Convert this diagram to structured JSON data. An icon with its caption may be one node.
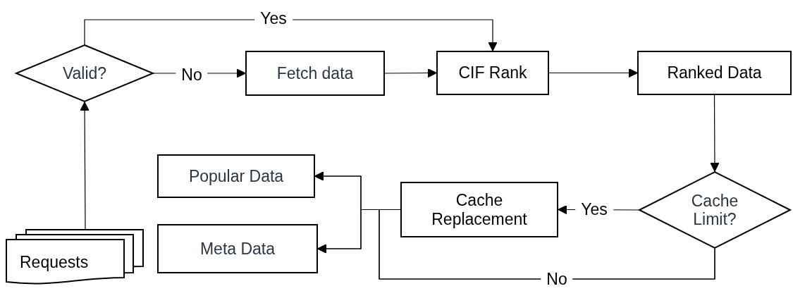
{
  "diagram": {
    "nodes": [
      {
        "text": [
          "Valid?"
        ]
      },
      {
        "text": [
          "Fetch data"
        ]
      },
      {
        "text": [
          "CIF Rank"
        ]
      },
      {
        "text": [
          "Ranked Data"
        ]
      },
      {
        "text": [
          "Cache Limit?"
        ]
      },
      {
        "text": [
          "Cache Replacement"
        ]
      },
      {
        "text": [
          "Popular Data"
        ]
      },
      {
        "text": [
          "Meta Data"
        ]
      },
      {
        "text": [
          "Requests"
        ]
      }
    ],
    "edges": [
      {
        "from": 8,
        "to": 0,
        "arrow": "to"
      },
      {
        "from": 0,
        "to": 1,
        "arrow": "to",
        "label": "No"
      },
      {
        "from": 0,
        "to": 2,
        "arrow": "to",
        "label": "Yes"
      },
      {
        "from": 1,
        "to": 2,
        "arrow": "to"
      },
      {
        "from": 2,
        "to": 3,
        "arrow": "to"
      },
      {
        "from": 3,
        "to": 4,
        "arrow": "to"
      },
      {
        "from": 4,
        "to": 5,
        "arrow": "to",
        "label": "Yes"
      },
      {
        "from": 5,
        "to": 6,
        "arrow": "to"
      },
      {
        "from": 5,
        "to": 7,
        "arrow": "to"
      },
      {
        "from": 4,
        "to": 6,
        "arrow": "to",
        "label": "No"
      },
      {
        "from": 4,
        "to": 7,
        "arrow": "to"
      }
    ]
  }
}
